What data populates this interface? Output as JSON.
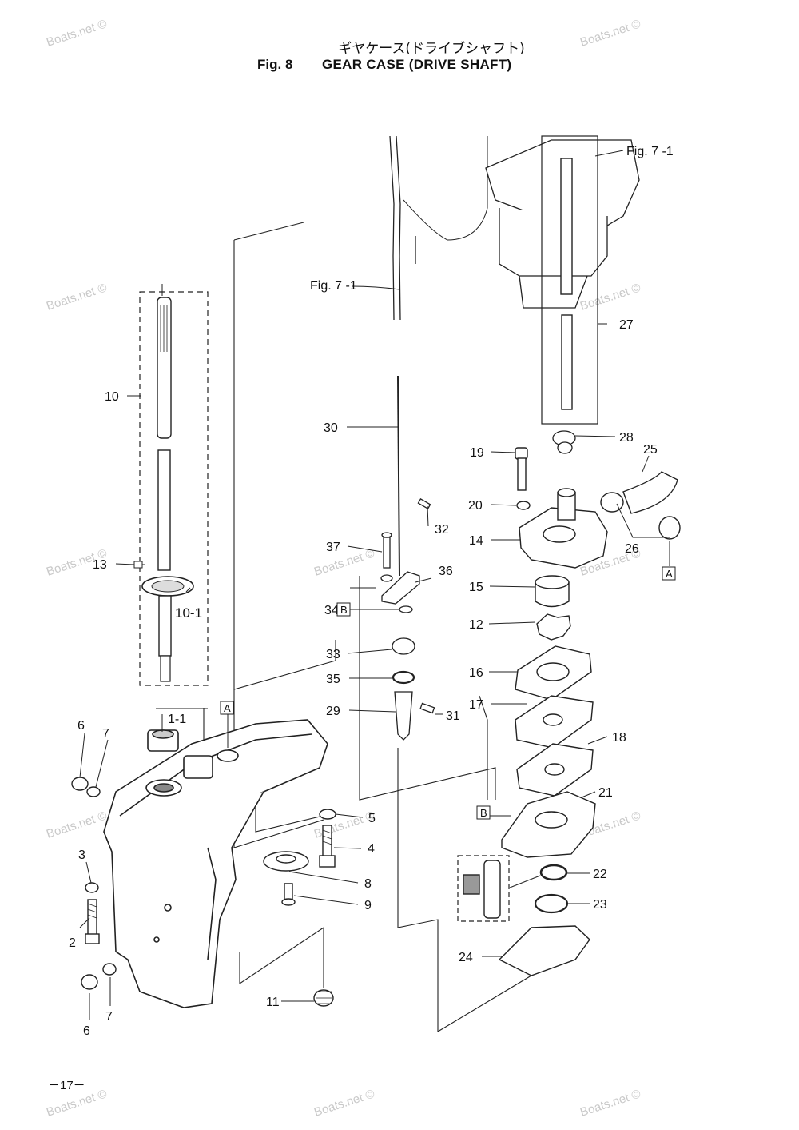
{
  "header": {
    "title_jp": "ギヤケース(ドライブシャフト)",
    "fig_number": "Fig. 8",
    "title_en": "GEAR CASE (DRIVE SHAFT)"
  },
  "watermark": "Boats.net ©",
  "references": {
    "fig_ref_top": "Fig. 7 -1",
    "fig_ref_mid": "Fig. 7 -1"
  },
  "callouts": {
    "p1_1": "1-1",
    "p2": "2",
    "p3": "3",
    "p4": "4",
    "p5": "5",
    "p6a": "6",
    "p6b": "6",
    "p7a": "7",
    "p7b": "7",
    "p8": "8",
    "p9": "9",
    "p10": "10",
    "p10_1": "10-1",
    "p11": "11",
    "p12": "12",
    "p13": "13",
    "p14": "14",
    "p15": "15",
    "p16": "16",
    "p17": "17",
    "p18": "18",
    "p19": "19",
    "p20": "20",
    "p21": "21",
    "p22": "22",
    "p23": "23",
    "p24": "24",
    "p25": "25",
    "p26": "26",
    "p27": "27",
    "p28": "28",
    "p29": "29",
    "p30": "30",
    "p31": "31",
    "p32": "32",
    "p33": "33",
    "p34": "34",
    "p35": "35",
    "p36": "36",
    "p37": "37"
  },
  "boxes": {
    "a1": "A",
    "a2": "A",
    "b1": "B",
    "b2": "B"
  },
  "page_number": "－17－"
}
